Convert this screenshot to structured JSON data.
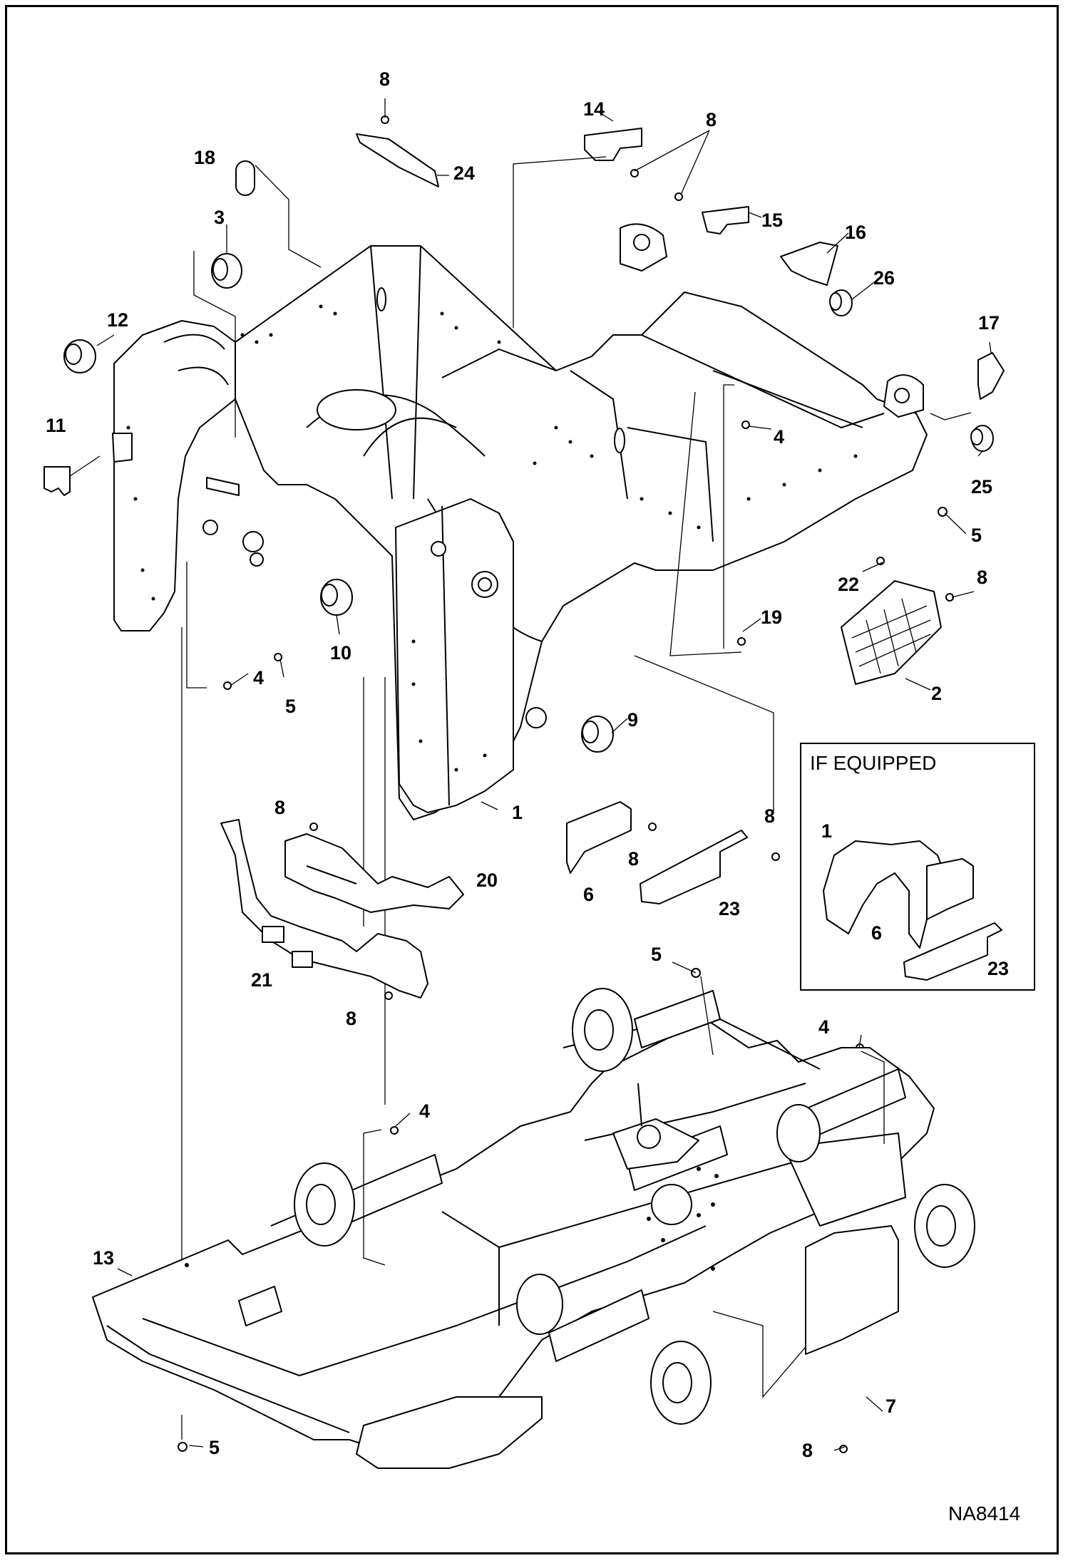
{
  "drawing": {
    "id": "NA8414",
    "inset_title": "IF EQUIPPED"
  },
  "callouts": [
    {
      "name": "callout-8-top",
      "label": "8"
    },
    {
      "name": "callout-14",
      "label": "14"
    },
    {
      "name": "callout-8-upper-right",
      "label": "8"
    },
    {
      "name": "callout-18",
      "label": "18"
    },
    {
      "name": "callout-24",
      "label": "24"
    },
    {
      "name": "callout-15",
      "label": "15"
    },
    {
      "name": "callout-3",
      "label": "3"
    },
    {
      "name": "callout-16",
      "label": "16"
    },
    {
      "name": "callout-26",
      "label": "26"
    },
    {
      "name": "callout-12",
      "label": "12"
    },
    {
      "name": "callout-17",
      "label": "17"
    },
    {
      "name": "callout-11",
      "label": "11"
    },
    {
      "name": "callout-4-frame-center",
      "label": "4"
    },
    {
      "name": "callout-25",
      "label": "25"
    },
    {
      "name": "callout-5-right",
      "label": "5"
    },
    {
      "name": "callout-22",
      "label": "22"
    },
    {
      "name": "callout-8-grille",
      "label": "8"
    },
    {
      "name": "callout-19",
      "label": "19"
    },
    {
      "name": "callout-10",
      "label": "10"
    },
    {
      "name": "callout-4-left",
      "label": "4"
    },
    {
      "name": "callout-5-left",
      "label": "5"
    },
    {
      "name": "callout-2",
      "label": "2"
    },
    {
      "name": "callout-9",
      "label": "9"
    },
    {
      "name": "callout-1",
      "label": "1"
    },
    {
      "name": "callout-8-bracket",
      "label": "8"
    },
    {
      "name": "callout-8-cover",
      "label": "8"
    },
    {
      "name": "callout-8-shield",
      "label": "8"
    },
    {
      "name": "callout-20",
      "label": "20"
    },
    {
      "name": "callout-6",
      "label": "6"
    },
    {
      "name": "callout-23",
      "label": "23"
    },
    {
      "name": "callout-21",
      "label": "21"
    },
    {
      "name": "callout-8-harness",
      "label": "8"
    },
    {
      "name": "callout-5-chassis",
      "label": "5"
    },
    {
      "name": "callout-4-chassis-right",
      "label": "4"
    },
    {
      "name": "callout-4-chassis-left",
      "label": "4"
    },
    {
      "name": "callout-13",
      "label": "13"
    },
    {
      "name": "callout-7",
      "label": "7"
    },
    {
      "name": "callout-5-bottom",
      "label": "5"
    },
    {
      "name": "callout-8-bottom",
      "label": "8"
    },
    {
      "name": "inset-callout-1",
      "label": "1"
    },
    {
      "name": "inset-callout-6",
      "label": "6"
    },
    {
      "name": "inset-callout-23",
      "label": "23"
    }
  ]
}
